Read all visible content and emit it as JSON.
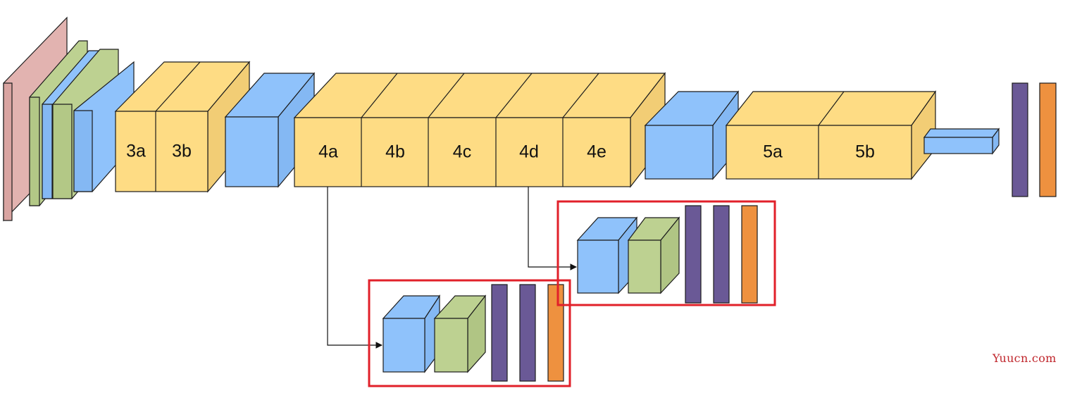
{
  "colors": {
    "pink": "#e2b3b0",
    "green": "#bdd191",
    "blue": "#8fc2fb",
    "yellow": "#fedc84",
    "purple": "#6a5996",
    "orange": "#ee913f",
    "highlight": "#e1202a",
    "stroke": "#1c1c1c"
  },
  "labels": {
    "b3a": "3a",
    "b3b": "3b",
    "b4a": "4a",
    "b4b": "4b",
    "b4c": "4c",
    "b4d": "4d",
    "b4e": "4e",
    "b5a": "5a",
    "b5b": "5b"
  },
  "watermark": "Yuucn.com"
}
